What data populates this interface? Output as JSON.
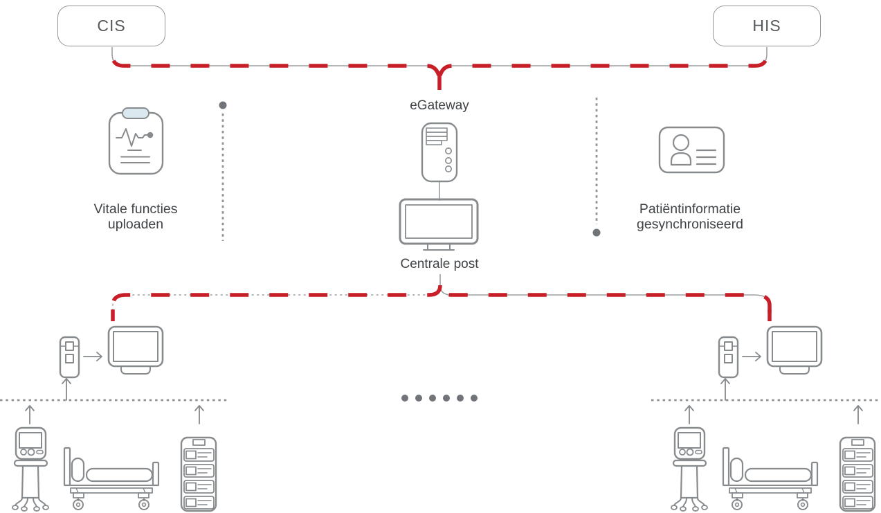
{
  "colors": {
    "accent_red": "#c81e28",
    "line_gray": "#9b9ea1",
    "icon_gray": "#878b8e",
    "text_gray": "#3f4346",
    "dot_gray": "#707478",
    "clip_fill": "#dce8f0",
    "background": "#ffffff"
  },
  "systems": {
    "cis": "CIS",
    "his": "HIS"
  },
  "gateway": {
    "label": "eGateway",
    "icon": "server-tower-icon"
  },
  "central_station": {
    "label": "Centrale post",
    "icon": "desktop-monitor-icon"
  },
  "flows": {
    "vitals_upload": {
      "label": "Vitale functies\nuploaden",
      "icon": "vitals-clipboard-icon",
      "direction": "up"
    },
    "patient_sync": {
      "label": "Patiëntinformatie\ngesynchroniseerd",
      "icon": "patient-id-card-icon",
      "direction": "down"
    }
  },
  "bedsides": {
    "ellipsis_dots": 6,
    "left": {
      "devices": [
        "measurement-module",
        "patient-monitor",
        "ventilator",
        "hospital-bed",
        "infusion-pump-rack"
      ]
    },
    "right": {
      "devices": [
        "measurement-module",
        "patient-monitor",
        "ventilator",
        "hospital-bed",
        "infusion-pump-rack"
      ]
    }
  }
}
